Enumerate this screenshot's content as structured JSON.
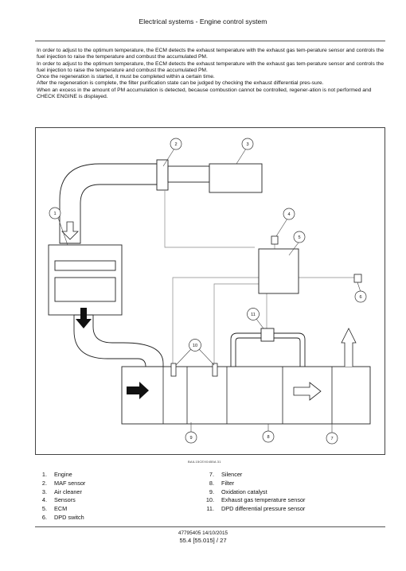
{
  "header": {
    "title": "Electrical systems - Engine control system"
  },
  "body": {
    "paragraphs": [
      "In order to adjust to the optimum temperature, the ECM detects the exhaust temperature with the exhaust gas tem-perature sensor and controls the fuel injection to raise the temperature and combust the accumulated PM.",
      "In order to adjust to the optimum temperature, the ECM detects the exhaust temperature with the exhaust gas tem-perature sensor and controls the fuel injection to raise the temperature and combust the accumulated PM.",
      "Once the regeneration is started, it must be completed within a certain time.",
      "After the regeneration is complete, the filter purification state can be judged by checking the exhaust differential pres-sure.",
      "When an excess in the amount of PM accumulation is detected, because combustion cannot be controlled, regener-ation is not performed and CHECK ENGINE is displayed."
    ]
  },
  "figure": {
    "callouts": [
      "1",
      "2",
      "3",
      "4",
      "5",
      "6",
      "7",
      "8",
      "9",
      "10",
      "11"
    ],
    "reference": "BAIL15CEX0455A   31"
  },
  "legend": {
    "left": [
      {
        "num": "1.",
        "label": "Engine"
      },
      {
        "num": "2.",
        "label": "MAF sensor"
      },
      {
        "num": "3.",
        "label": "Air cleaner"
      },
      {
        "num": "4.",
        "label": "Sensors"
      },
      {
        "num": "5.",
        "label": "ECM"
      },
      {
        "num": "6.",
        "label": "DPD switch"
      }
    ],
    "right": [
      {
        "num": "7.",
        "label": "Silencer"
      },
      {
        "num": "8.",
        "label": "Filter"
      },
      {
        "num": "9.",
        "label": "Oxidation catalyst"
      },
      {
        "num": "10.",
        "label": "Exhaust gas temperature sensor"
      },
      {
        "num": "11.",
        "label": "DPD differential pressure sensor"
      }
    ]
  },
  "footer": {
    "doc_ref": "47795405 14/10/2015",
    "page_ref": "55.4 [55.015] / 27"
  }
}
